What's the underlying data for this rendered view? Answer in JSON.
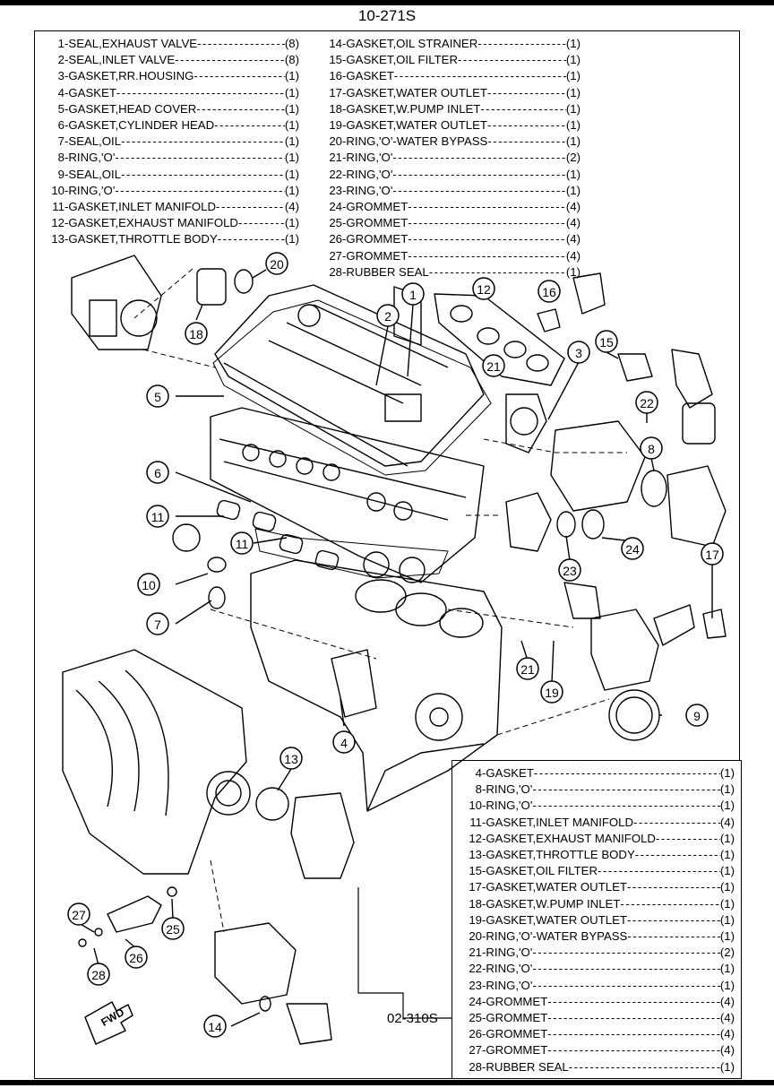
{
  "header": {
    "ref": "10-271S"
  },
  "parts_list": [
    {
      "no": "1",
      "name": "SEAL,EXHAUST VALVE",
      "qty": "(8)"
    },
    {
      "no": "2",
      "name": "SEAL,INLET VALVE",
      "qty": "(8)"
    },
    {
      "no": "3",
      "name": "GASKET,RR.HOUSING",
      "qty": "(1)"
    },
    {
      "no": "4",
      "name": "GASKET",
      "qty": "(1)"
    },
    {
      "no": "5",
      "name": "GASKET,HEAD COVER",
      "qty": "(1)"
    },
    {
      "no": "6",
      "name": "GASKET,CYLINDER HEAD",
      "qty": "(1)"
    },
    {
      "no": "7",
      "name": "SEAL,OIL",
      "qty": "(1)"
    },
    {
      "no": "8",
      "name": "RING,'O'",
      "qty": "(1)"
    },
    {
      "no": "9",
      "name": "SEAL,OIL",
      "qty": "(1)"
    },
    {
      "no": "10",
      "name": "RING,'O'",
      "qty": "(1)"
    },
    {
      "no": "11",
      "name": "GASKET,INLET MANIFOLD",
      "qty": "(4)"
    },
    {
      "no": "12",
      "name": "GASKET,EXHAUST MANIFOLD",
      "qty": "(1)"
    },
    {
      "no": "13",
      "name": "GASKET,THROTTLE BODY",
      "qty": "(1)"
    },
    {
      "no": "14",
      "name": "GASKET,OIL STRAINER",
      "qty": "(1)"
    },
    {
      "no": "15",
      "name": "GASKET,OIL FILTER",
      "qty": "(1)"
    },
    {
      "no": "16",
      "name": "GASKET",
      "qty": "(1)"
    },
    {
      "no": "17",
      "name": "GASKET,WATER OUTLET",
      "qty": "(1)"
    },
    {
      "no": "18",
      "name": "GASKET,W.PUMP INLET",
      "qty": "(1)"
    },
    {
      "no": "19",
      "name": "GASKET,WATER OUTLET",
      "qty": "(1)"
    },
    {
      "no": "20",
      "name": "RING,'O'-WATER BYPASS",
      "qty": "(1)"
    },
    {
      "no": "21",
      "name": "RING,'O'",
      "qty": "(2)"
    },
    {
      "no": "22",
      "name": "RING,'O'",
      "qty": "(1)"
    },
    {
      "no": "23",
      "name": "RING,'O'",
      "qty": "(1)"
    },
    {
      "no": "24",
      "name": "GROMMET",
      "qty": "(4)"
    },
    {
      "no": "25",
      "name": "GROMMET",
      "qty": "(4)"
    },
    {
      "no": "26",
      "name": "GROMMET",
      "qty": "(4)"
    },
    {
      "no": "27",
      "name": "GROMMET",
      "qty": "(4)"
    },
    {
      "no": "28",
      "name": "RUBBER SEAL",
      "qty": "(1)"
    }
  ],
  "subgroup": {
    "ref": "02-310S",
    "items": [
      {
        "no": "4",
        "name": "GASKET",
        "qty": "(1)"
      },
      {
        "no": "8",
        "name": "RING,'O'",
        "qty": "(1)"
      },
      {
        "no": "10",
        "name": "RING,'O'",
        "qty": "(1)"
      },
      {
        "no": "11",
        "name": "GASKET,INLET MANIFOLD",
        "qty": "(4)"
      },
      {
        "no": "12",
        "name": "GASKET,EXHAUST MANIFOLD",
        "qty": "(1)"
      },
      {
        "no": "13",
        "name": "GASKET,THROTTLE BODY",
        "qty": "(1)"
      },
      {
        "no": "15",
        "name": "GASKET,OIL FILTER",
        "qty": "(1)"
      },
      {
        "no": "17",
        "name": "GASKET,WATER OUTLET",
        "qty": "(1)"
      },
      {
        "no": "18",
        "name": "GASKET,W.PUMP INLET",
        "qty": "(1)"
      },
      {
        "no": "19",
        "name": "GASKET,WATER OUTLET",
        "qty": "(1)"
      },
      {
        "no": "20",
        "name": "RING,'O'-WATER BYPASS",
        "qty": "(1)"
      },
      {
        "no": "21",
        "name": "RING,'O'",
        "qty": "(2)"
      },
      {
        "no": "22",
        "name": "RING,'O'",
        "qty": "(1)"
      },
      {
        "no": "23",
        "name": "RING,'O'",
        "qty": "(1)"
      },
      {
        "no": "24",
        "name": "GROMMET",
        "qty": "(4)"
      },
      {
        "no": "25",
        "name": "GROMMET",
        "qty": "(4)"
      },
      {
        "no": "26",
        "name": "GROMMET",
        "qty": "(4)"
      },
      {
        "no": "27",
        "name": "GROMMET",
        "qty": "(4)"
      },
      {
        "no": "28",
        "name": "RUBBER SEAL",
        "qty": "(1)"
      }
    ]
  },
  "callouts": [
    "1",
    "2",
    "3",
    "4",
    "5",
    "6",
    "7",
    "8",
    "9",
    "10",
    "11",
    "11",
    "12",
    "13",
    "14",
    "15",
    "16",
    "17",
    "18",
    "19",
    "20",
    "21",
    "21",
    "22",
    "23",
    "24",
    "25",
    "26",
    "27",
    "28"
  ],
  "fwd_label": "FWD"
}
